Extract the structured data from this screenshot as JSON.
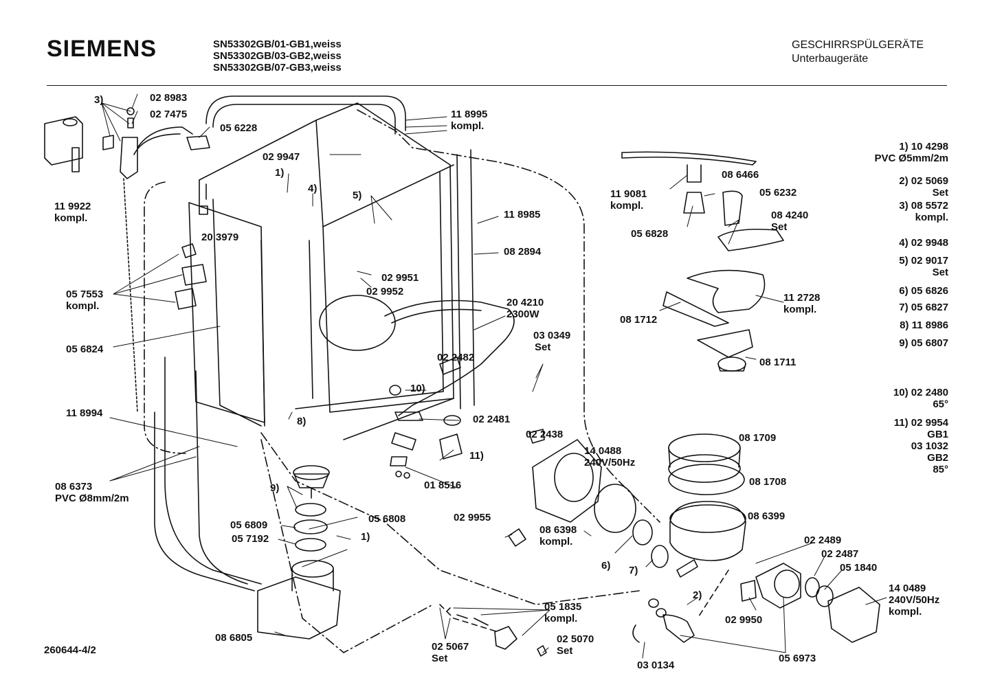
{
  "header": {
    "brand": "SIEMENS",
    "models": [
      "SN53302GB/01-GB1,weiss",
      "SN53302GB/03-GB2,weiss",
      "SN53302GB/07-GB3,weiss"
    ],
    "category": "GESCHIRRSPÜLGERÄTE",
    "subcategory": "Unterbaugeräte"
  },
  "doc_id": "260644-4/2",
  "callouts": [
    {
      "id": "c3",
      "lines": [
        "3)"
      ]
    },
    {
      "id": "c028983",
      "lines": [
        "02 8983"
      ]
    },
    {
      "id": "c027475",
      "lines": [
        "02 7475"
      ]
    },
    {
      "id": "c056228",
      "lines": [
        "05 6228"
      ]
    },
    {
      "id": "c118995",
      "lines": [
        "11 8995",
        "kompl."
      ]
    },
    {
      "id": "c029947",
      "lines": [
        "02 9947"
      ]
    },
    {
      "id": "c1",
      "lines": [
        "1)"
      ]
    },
    {
      "id": "c4",
      "lines": [
        "4)"
      ]
    },
    {
      "id": "c5",
      "lines": [
        "5)"
      ]
    },
    {
      "id": "c119922",
      "lines": [
        "11 9922",
        "kompl."
      ]
    },
    {
      "id": "c203979",
      "lines": [
        "20 3979"
      ]
    },
    {
      "id": "c118985",
      "lines": [
        "11 8985"
      ]
    },
    {
      "id": "c082894",
      "lines": [
        "08 2894"
      ]
    },
    {
      "id": "c029951",
      "lines": [
        "02 9951"
      ]
    },
    {
      "id": "c029952",
      "lines": [
        "02 9952"
      ]
    },
    {
      "id": "c057553",
      "lines": [
        "05 7553",
        "kompl."
      ]
    },
    {
      "id": "c204210",
      "lines": [
        "20 4210",
        "2300W"
      ]
    },
    {
      "id": "c056824",
      "lines": [
        "05 6824"
      ]
    },
    {
      "id": "c030349",
      "lines": [
        "03 0349",
        "Set"
      ]
    },
    {
      "id": "c022482",
      "lines": [
        "02 2482"
      ]
    },
    {
      "id": "c10",
      "lines": [
        "10)"
      ]
    },
    {
      "id": "c8",
      "lines": [
        "8)"
      ]
    },
    {
      "id": "c118994",
      "lines": [
        "11 8994"
      ]
    },
    {
      "id": "c022481",
      "lines": [
        "02 2481"
      ]
    },
    {
      "id": "c022438",
      "lines": [
        "02 2438"
      ]
    },
    {
      "id": "c11",
      "lines": [
        "11)"
      ]
    },
    {
      "id": "c140488",
      "lines": [
        "14 0488",
        "240V/50Hz"
      ]
    },
    {
      "id": "c081709",
      "lines": [
        "08 1709"
      ]
    },
    {
      "id": "c086373",
      "lines": [
        "08 6373",
        "PVC Ø8mm/2m"
      ]
    },
    {
      "id": "c9",
      "lines": [
        "9)"
      ]
    },
    {
      "id": "c018516",
      "lines": [
        "01 8516"
      ]
    },
    {
      "id": "c081708",
      "lines": [
        "08 1708"
      ]
    },
    {
      "id": "c056809",
      "lines": [
        "05 6809"
      ]
    },
    {
      "id": "c056808",
      "lines": [
        "05 6808"
      ]
    },
    {
      "id": "c029955",
      "lines": [
        "02 9955"
      ]
    },
    {
      "id": "c086399",
      "lines": [
        "08 6399"
      ]
    },
    {
      "id": "c057192",
      "lines": [
        "05 7192"
      ]
    },
    {
      "id": "c1b",
      "lines": [
        "1)"
      ]
    },
    {
      "id": "c086398",
      "lines": [
        "08 6398",
        "kompl."
      ]
    },
    {
      "id": "c022489",
      "lines": [
        "02 2489"
      ]
    },
    {
      "id": "c6",
      "lines": [
        "6)"
      ]
    },
    {
      "id": "c022487",
      "lines": [
        "02 2487"
      ]
    },
    {
      "id": "c7",
      "lines": [
        "7)"
      ]
    },
    {
      "id": "c051840",
      "lines": [
        "05 1840"
      ]
    },
    {
      "id": "c2",
      "lines": [
        "2)"
      ]
    },
    {
      "id": "c140489",
      "lines": [
        "14 0489",
        "240V/50Hz",
        "kompl."
      ]
    },
    {
      "id": "c051835",
      "lines": [
        "05 1835",
        "kompl."
      ]
    },
    {
      "id": "c029950",
      "lines": [
        "02 9950"
      ]
    },
    {
      "id": "c086805",
      "lines": [
        "08 6805"
      ]
    },
    {
      "id": "c025070",
      "lines": [
        "02 5070",
        "Set"
      ]
    },
    {
      "id": "c025067",
      "lines": [
        "02 5067",
        "Set"
      ]
    },
    {
      "id": "c030134",
      "lines": [
        "03 0134"
      ]
    },
    {
      "id": "c056973",
      "lines": [
        "05 6973"
      ]
    },
    {
      "id": "c086466",
      "lines": [
        "08 6466"
      ]
    },
    {
      "id": "c119081",
      "lines": [
        "11 9081",
        "kompl."
      ]
    },
    {
      "id": "c056232",
      "lines": [
        "05 6232"
      ]
    },
    {
      "id": "c084240",
      "lines": [
        "08 4240",
        "Set"
      ]
    },
    {
      "id": "c056828",
      "lines": [
        "05 6828"
      ]
    },
    {
      "id": "c112728",
      "lines": [
        "11 2728",
        "kompl."
      ]
    },
    {
      "id": "c081712",
      "lines": [
        "08 1712"
      ]
    },
    {
      "id": "c081711",
      "lines": [
        "08 1711"
      ]
    }
  ],
  "legend": [
    {
      "lines": [
        "1) 10 4298",
        "PVC Ø5mm/2m"
      ]
    },
    {
      "lines": [
        "2) 02 5069",
        "Set"
      ]
    },
    {
      "lines": [
        "3) 08 5572",
        "kompl."
      ]
    },
    {
      "lines": [
        "4) 02 9948"
      ]
    },
    {
      "lines": [
        "5) 02 9017",
        "Set"
      ]
    },
    {
      "lines": [
        "6) 05 6826"
      ]
    },
    {
      "lines": [
        "7) 05 6827"
      ]
    },
    {
      "lines": [
        "8) 11 8986"
      ]
    },
    {
      "lines": [
        "9) 05 6807"
      ]
    },
    {
      "lines": [
        "10) 02 2480",
        "65°"
      ]
    },
    {
      "lines": [
        "11) 02 9954",
        "GB1",
        "03 1032",
        "GB2",
        "85°"
      ]
    }
  ]
}
